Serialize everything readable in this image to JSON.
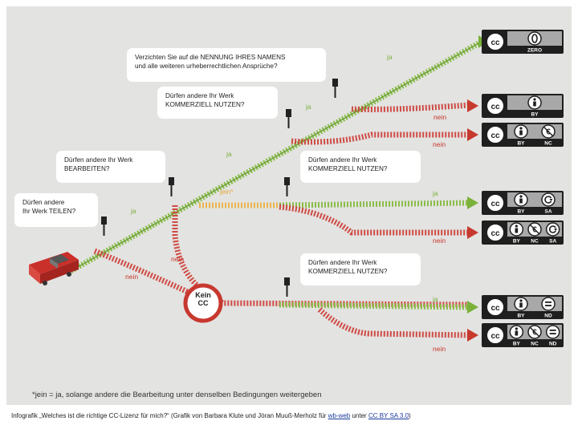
{
  "questions": {
    "q1": [
      "Verzichten Sie auf die NENNUNG IHRES NAMENS",
      "und alle weiteren urheberrechtlichen Ansprüche?"
    ],
    "q2": [
      "Dürfen andere Ihr Werk",
      "KOMMERZIELL NUTZEN?"
    ],
    "q3": [
      "Dürfen andere Ihr Werk",
      "BEARBEITEN?"
    ],
    "q4": [
      "Dürfen andere Ihr Werk",
      "KOMMERZIELL NUTZEN?"
    ],
    "q5": [
      "Dürfen andere",
      "Ihr Werk TEILEN?"
    ],
    "q6": [
      "Dürfen andere Ihr Werk",
      "KOMMERZIELL NUTZEN?"
    ]
  },
  "answers": {
    "ja": "ja",
    "nein": "nein",
    "jein": "jein*"
  },
  "no_cc": [
    "Kein",
    "CC"
  ],
  "licenses": [
    {
      "cc": "cc",
      "terms": [
        "ZERO"
      ],
      "icons": [
        "zero-icon"
      ]
    },
    {
      "cc": "cc",
      "terms": [
        "BY"
      ],
      "icons": [
        "by-person-icon"
      ]
    },
    {
      "cc": "cc",
      "terms": [
        "BY",
        "NC"
      ],
      "icons": [
        "by-person-icon",
        "non-commercial-icon"
      ]
    },
    {
      "cc": "cc",
      "terms": [
        "BY",
        "SA"
      ],
      "icons": [
        "by-person-icon",
        "share-alike-icon"
      ]
    },
    {
      "cc": "cc",
      "terms": [
        "BY",
        "NC",
        "SA"
      ],
      "icons": [
        "by-person-icon",
        "non-commercial-icon",
        "share-alike-icon"
      ]
    },
    {
      "cc": "cc",
      "terms": [
        "BY",
        "ND"
      ],
      "icons": [
        "by-person-icon",
        "no-derivatives-icon"
      ]
    },
    {
      "cc": "cc",
      "terms": [
        "BY",
        "NC",
        "ND"
      ],
      "icons": [
        "by-person-icon",
        "non-commercial-icon",
        "no-derivatives-icon"
      ]
    }
  ],
  "footnote": "*jein = ja, solange andere die Bearbeitung unter denselben Bedingungen weitergeben",
  "caption": {
    "prefix": "Infografik „Welches ist die richtige CC-Lizenz für mich?“ (Grafik von Barbara Klute und Jöran Muuß-Merholz für ",
    "link1": "wb-web",
    "middle": " unter ",
    "link2": "CC BY SA 3.0",
    "suffix": ")"
  },
  "colors": {
    "green": "#7ab13a",
    "red": "#c7382f",
    "yellow": "#e6a93a",
    "badge": "#1f1f1f"
  }
}
